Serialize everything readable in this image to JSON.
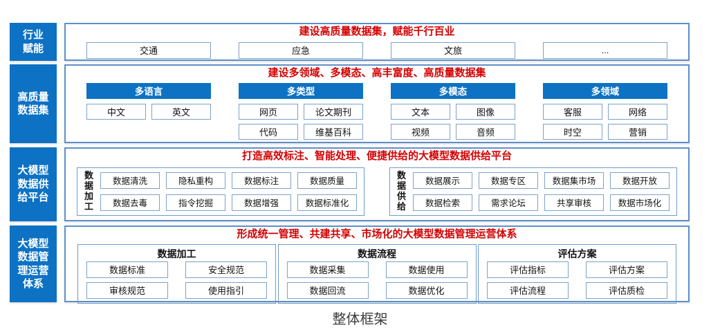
{
  "caption": "整体框架",
  "palette": {
    "blue": "#0d72c4",
    "red": "#d30000",
    "outer_border": "#5d8fc9",
    "cell_border": "#7ba1c9"
  },
  "sidebar": {
    "items": [
      {
        "label": "行业\n赋能"
      },
      {
        "label": "高质量\n数据集"
      },
      {
        "label": "大模型\n数据供\n给平台"
      },
      {
        "label": "大模型\n数据管\n理运营\n体系"
      }
    ]
  },
  "band1": {
    "title": "建设高质量数据集，赋能千行百业",
    "items": [
      "交通",
      "应急",
      "文旅",
      "..."
    ]
  },
  "band2": {
    "title": "建设多领域、多模态、高丰富度、高质量数据集",
    "groups": [
      {
        "header": "多语言",
        "rows": [
          [
            "中文",
            "英文"
          ]
        ]
      },
      {
        "header": "多类型",
        "rows": [
          [
            "网页",
            "论文期刊"
          ],
          [
            "代码",
            "维基百科"
          ]
        ]
      },
      {
        "header": "多模态",
        "rows": [
          [
            "文本",
            "图像"
          ],
          [
            "视频",
            "音频"
          ]
        ]
      },
      {
        "header": "多领域",
        "rows": [
          [
            "客服",
            "网络"
          ],
          [
            "时空",
            "营销"
          ]
        ]
      }
    ]
  },
  "band3": {
    "title": "打造高效标注、智能处理、便捷供给的大模型数据供给平台",
    "groups": [
      {
        "vlabel": "数\n据\n加\n工",
        "rows": [
          [
            "数据清洗",
            "隐私重构",
            "数据标注",
            "数据质量"
          ],
          [
            "数据去毒",
            "指令挖掘",
            "数据增强",
            "数据标准化"
          ]
        ]
      },
      {
        "vlabel": "数\n据\n供\n给",
        "rows": [
          [
            "数据展示",
            "数据专区",
            "数据集市场",
            "数据开放"
          ],
          [
            "数据检索",
            "需求论坛",
            "共享审核",
            "数据市场化"
          ]
        ]
      }
    ]
  },
  "band4": {
    "title": "形成统一管理、共建共享、市场化的大模型数据管理运营体系",
    "groups": [
      {
        "header": "数据加工",
        "rows": [
          [
            "数据标准",
            "安全规范"
          ],
          [
            "审核规范",
            "使用指引"
          ]
        ]
      },
      {
        "header": "数据流程",
        "rows": [
          [
            "数据采集",
            "数据使用"
          ],
          [
            "数据回流",
            "数据优化"
          ]
        ]
      },
      {
        "header": "评估方案",
        "rows": [
          [
            "评估指标",
            "评估方案"
          ],
          [
            "评估流程",
            "评估质检"
          ]
        ]
      }
    ]
  }
}
